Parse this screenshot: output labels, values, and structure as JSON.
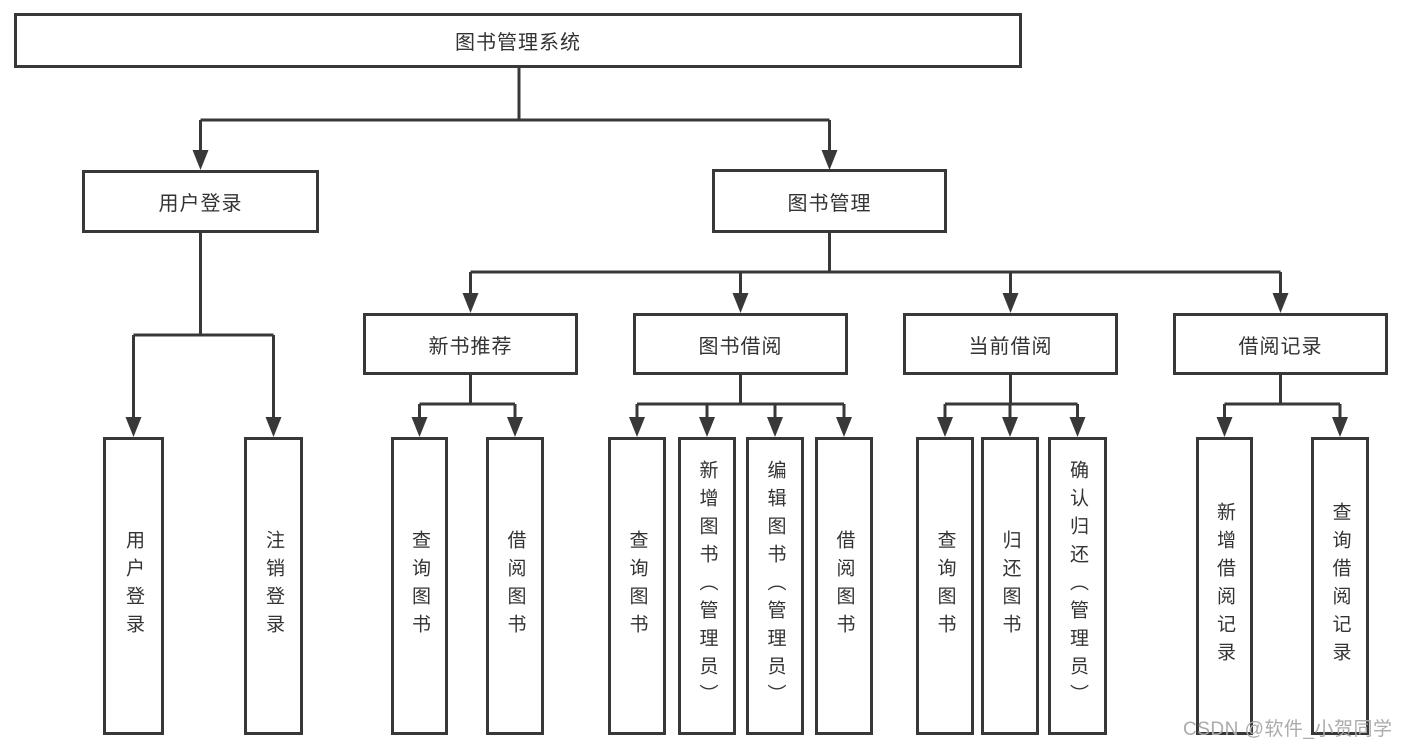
{
  "nodes": {
    "root": "图书管理系统",
    "user_login": "用户登录",
    "book_management": "图书管理",
    "new_book_recommend": "新书推荐",
    "book_borrowing": "图书借阅",
    "current_borrowing": "当前借阅",
    "borrowing_records": "借阅记录",
    "leaf_user_login": "用户登录",
    "leaf_logout": "注销登录",
    "leaf_query_books_recommend": "查询图书",
    "leaf_borrow_books_recommend": "借阅图书",
    "leaf_query_books_borrowing": "查询图书",
    "leaf_add_books_admin": "新增图书（管理员）",
    "leaf_edit_books_admin": "编辑图书（管理员）",
    "leaf_borrow_books_borrowing": "借阅图书",
    "leaf_query_books_current": "查询图书",
    "leaf_return_books": "归还图书",
    "leaf_confirm_return_admin": "确认归还（管理员）",
    "leaf_add_borrow_record": "新增借阅记录",
    "leaf_query_borrow_record": "查询借阅记录"
  },
  "structure": {
    "图书管理系统": [
      "用户登录",
      "图书管理"
    ],
    "用户登录": [
      "用户登录",
      "注销登录"
    ],
    "图书管理": [
      "新书推荐",
      "图书借阅",
      "当前借阅",
      "借阅记录"
    ],
    "新书推荐": [
      "查询图书",
      "借阅图书"
    ],
    "图书借阅": [
      "查询图书",
      "新增图书（管理员）",
      "编辑图书（管理员）",
      "借阅图书"
    ],
    "当前借阅": [
      "查询图书",
      "归还图书",
      "确认归还（管理员）"
    ],
    "借阅记录": [
      "新增借阅记录",
      "查询借阅记录"
    ]
  },
  "watermark": "CSDN @软件_小贺同学",
  "colors": {
    "line": "#383838",
    "box_border": "#383838",
    "text": "#333333",
    "watermark": "#ababab",
    "background": "#ffffff"
  }
}
